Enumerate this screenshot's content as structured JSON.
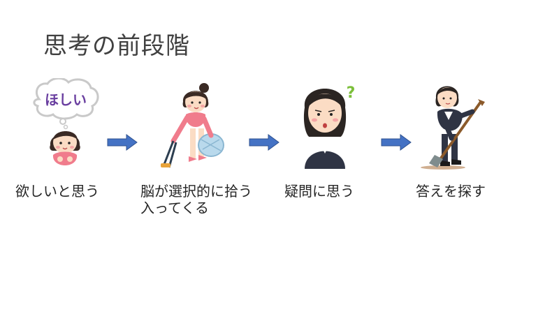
{
  "slide": {
    "title": "思考の前段階",
    "steps": [
      {
        "caption_line1": "欲しいと思う",
        "caption_line2": "",
        "bubble_text": "ほしい",
        "icon": "girl-wanting-icon"
      },
      {
        "caption_line1": "脳が選択的に拾う",
        "caption_line2": "入ってくる",
        "icon": "girl-picking-trash-icon"
      },
      {
        "caption_line1": "疑問に思う",
        "caption_line2": "",
        "badge_text": "?",
        "icon": "woman-questioning-icon"
      },
      {
        "caption_line1": "答えを探す",
        "caption_line2": "",
        "icon": "woman-digging-icon"
      }
    ],
    "arrow_color": "#4472c4",
    "arrow_stroke": "#2f528f"
  }
}
